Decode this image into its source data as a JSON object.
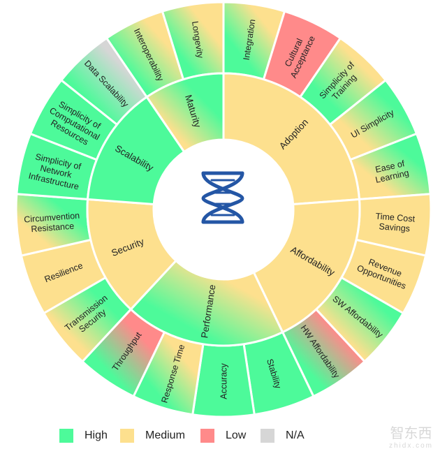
{
  "colors": {
    "High": "#4dfa9a",
    "Medium": "#fde08e",
    "Low": "#ff8a8a",
    "N/A": "#d6d6d6"
  },
  "center_icon": "dna-icon",
  "legend": [
    {
      "label": "High",
      "color": "#4dfa9a"
    },
    {
      "label": "Medium",
      "color": "#fde08e"
    },
    {
      "label": "Low",
      "color": "#ff8a8a"
    },
    {
      "label": "N/A",
      "color": "#d6d6d6"
    }
  ],
  "watermark": {
    "main": "智东西",
    "sub": "zhidx.com"
  },
  "chart_data": {
    "type": "pie",
    "variant": "sunburst",
    "title": "",
    "categories": [
      {
        "name": "Adoption",
        "rating": [
          "Medium",
          "Medium"
        ],
        "children": [
          {
            "label": [
              "Integration"
            ],
            "value": 1,
            "rating": [
              "High",
              "Medium"
            ]
          },
          {
            "label": [
              "Cultural",
              "Acceptance"
            ],
            "value": 1,
            "rating": [
              "Low",
              "Low"
            ]
          },
          {
            "label": [
              "Simplicity of",
              "Training"
            ],
            "value": 1,
            "rating": [
              "High",
              "Medium"
            ]
          },
          {
            "label": [
              "UI Simplicity"
            ],
            "value": 1,
            "rating": [
              "Medium",
              "High"
            ]
          },
          {
            "label": [
              "Ease of",
              "Learning"
            ],
            "value": 1,
            "rating": [
              "Medium",
              "High"
            ]
          }
        ]
      },
      {
        "name": "Affordability",
        "rating": [
          "Medium",
          "Medium"
        ],
        "children": [
          {
            "label": [
              "Time Cost",
              "Savings"
            ],
            "value": 1,
            "rating": [
              "Medium",
              "Medium"
            ]
          },
          {
            "label": [
              "Revenue",
              "Opportunities"
            ],
            "value": 1,
            "rating": [
              "Medium",
              "Medium"
            ]
          },
          {
            "label": [
              "SW Affordability"
            ],
            "value": 1,
            "rating": [
              "Medium",
              "High"
            ]
          },
          {
            "label": [
              "HW Affordability"
            ],
            "value": 1,
            "rating": [
              "High",
              "Low"
            ]
          }
        ]
      },
      {
        "name": "Performance",
        "rating": [
          "High",
          "Medium"
        ],
        "children": [
          {
            "label": [
              "Stability"
            ],
            "value": 1,
            "rating": [
              "High",
              "High"
            ]
          },
          {
            "label": [
              "Accuracy"
            ],
            "value": 1,
            "rating": [
              "High",
              "High"
            ]
          },
          {
            "label": [
              "Response Time"
            ],
            "value": 1,
            "rating": [
              "High",
              "Medium"
            ]
          },
          {
            "label": [
              "Throughput"
            ],
            "value": 1,
            "rating": [
              "High",
              "Low"
            ]
          }
        ]
      },
      {
        "name": "Security",
        "rating": [
          "Medium",
          "Medium"
        ],
        "children": [
          {
            "label": [
              "Transmission",
              "Security"
            ],
            "value": 1,
            "rating": [
              "Medium",
              "High"
            ]
          },
          {
            "label": [
              "Resilience"
            ],
            "value": 1,
            "rating": [
              "Medium",
              "Medium"
            ]
          },
          {
            "label": [
              "Circumvention",
              "Resistance"
            ],
            "value": 1,
            "rating": [
              "Medium",
              "High"
            ]
          }
        ]
      },
      {
        "name": "Scalability",
        "rating": [
          "High",
          "High"
        ],
        "children": [
          {
            "label": [
              "Simplicity of",
              "Network",
              "Infrastructure"
            ],
            "value": 1,
            "rating": [
              "High",
              "High"
            ]
          },
          {
            "label": [
              "Simplicity of",
              "Computational",
              "Resources"
            ],
            "value": 1,
            "rating": [
              "High",
              "High"
            ]
          },
          {
            "label": [
              "Data Scalability"
            ],
            "value": 1,
            "rating": [
              "High",
              "N/A"
            ]
          }
        ]
      },
      {
        "name": "Maturity",
        "rating": [
          "Medium",
          "High"
        ],
        "children": [
          {
            "label": [
              "Interoperability"
            ],
            "value": 1,
            "rating": [
              "High",
              "Medium"
            ]
          },
          {
            "label": [
              "Longevity"
            ],
            "value": 1,
            "rating": [
              "High",
              "Medium"
            ]
          }
        ]
      }
    ]
  }
}
